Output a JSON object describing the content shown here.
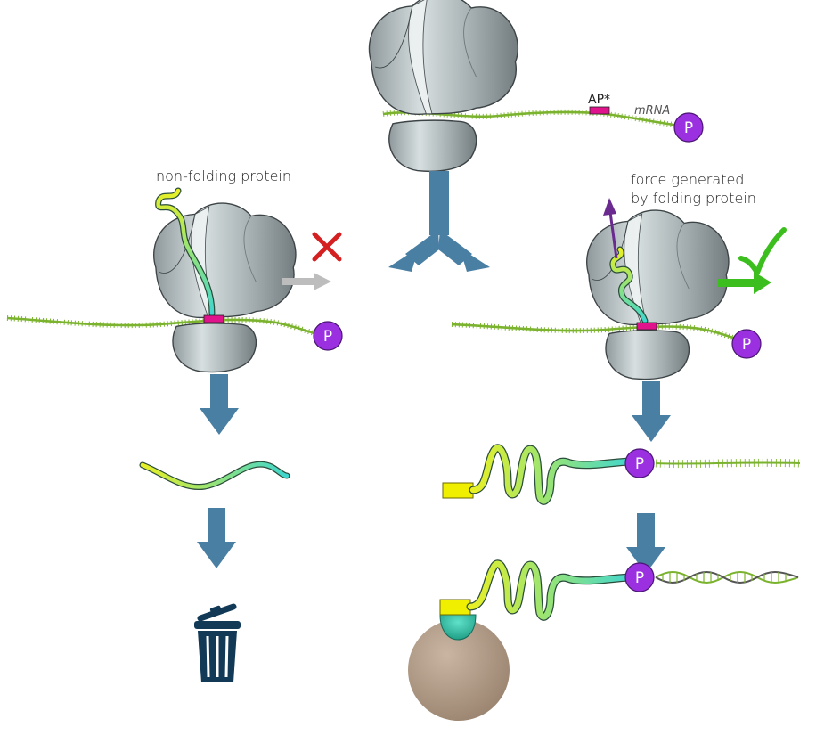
{
  "labels": {
    "ap": "AP*",
    "mrna": "mRNA",
    "non_folding": "non-folding protein",
    "force_line1": "force generated",
    "force_line2": "by folding protein",
    "puromycin": "P"
  },
  "colors": {
    "flow_arrow": "#4a7fa4",
    "mrna_line": "#7bb32e",
    "arrest_peptide": "#e0138c",
    "puromycin": "#9b30e0",
    "ribosome": "#a8b1b3",
    "ribosome_dark": "#7d8689",
    "ribosome_light": "#e6ebec",
    "fail_mark": "#d42020",
    "success_mark": "#3cbf1e",
    "force_arrow": "#6a2a8f",
    "yellow_tag": "#f0ef00",
    "bead": "#b09a86",
    "streptavidin": "#2fb9a0",
    "trash_can": "#123a57"
  },
  "icons": {
    "fail": "cross-mark-icon",
    "success": "check-mark-icon",
    "discard": "trash-can-icon"
  }
}
